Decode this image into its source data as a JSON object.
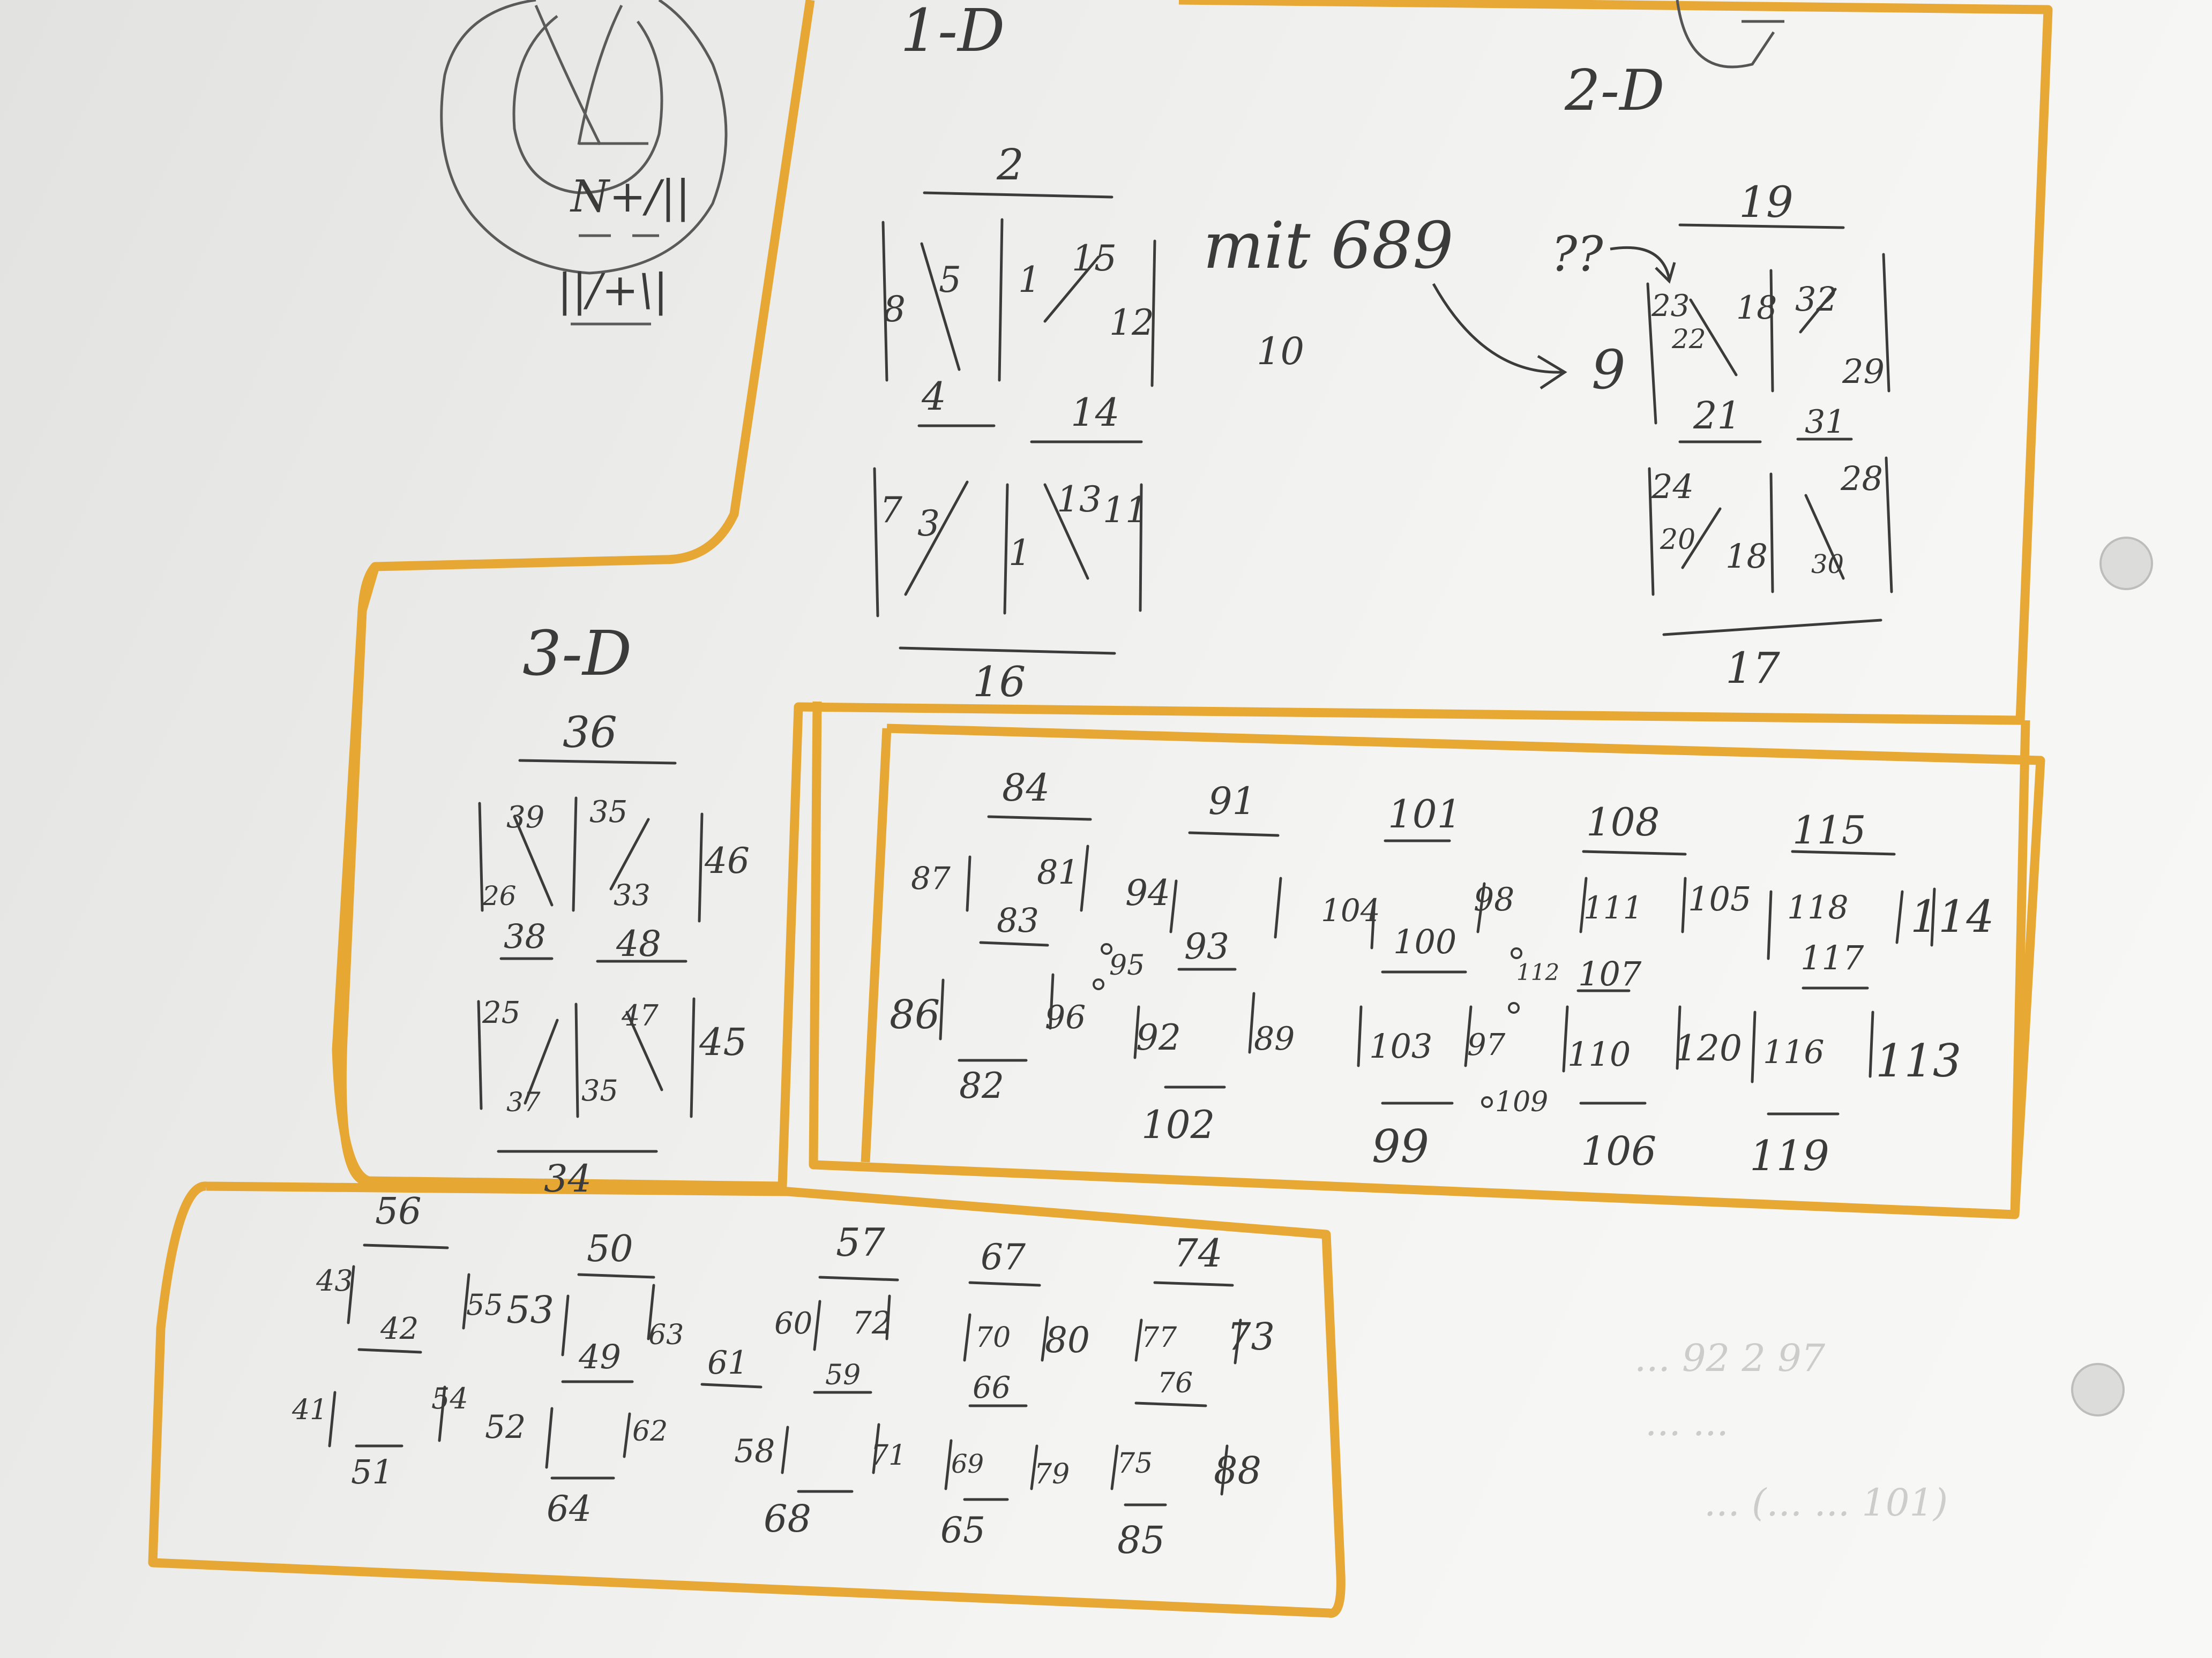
{
  "photo": {
    "paper_color": "#f2f2f0",
    "ink_color": "#3b3b3b",
    "highlighter_color": "#e6a020"
  },
  "top_left_sketch": {
    "row1": "N+/||",
    "row2": "||/+\\|"
  },
  "section_1d": {
    "title": "1-D",
    "note_text": "mit 689",
    "note_number": "10",
    "cube_a": {
      "labels": [
        "2",
        "8",
        "5",
        "1",
        "15",
        "12",
        "4",
        "14",
        "7",
        "3",
        "1",
        "13",
        "11",
        "16"
      ]
    }
  },
  "section_2d": {
    "title": "2-D",
    "question": "??",
    "arrow_target": "9",
    "cube_b": {
      "labels": [
        "19",
        "23",
        "22",
        "18",
        "32",
        "29",
        "21",
        "31",
        "24",
        "20",
        "18",
        "30",
        "28",
        "17"
      ]
    }
  },
  "section_3d": {
    "title": "3-D",
    "cube_c": {
      "labels": [
        "36",
        "39",
        "35",
        "46",
        "26",
        "33",
        "38",
        "48",
        "25",
        "47",
        "45",
        "37",
        "35",
        "34"
      ]
    }
  },
  "grid_upper": {
    "labels": [
      "84",
      "91",
      "101",
      "108",
      "115",
      "87",
      "81",
      "94",
      "104",
      "98",
      "111",
      "105",
      "118",
      "114",
      "83",
      "93",
      "100",
      "112",
      "107",
      "117",
      "95",
      "86",
      "96",
      "92",
      "89",
      "103",
      "97",
      "110",
      "120",
      "116",
      "113",
      "82",
      "102",
      "99",
      "109",
      "106",
      "119"
    ]
  },
  "grid_lower": {
    "labels": [
      "56",
      "50",
      "57",
      "67",
      "74",
      "43",
      "42",
      "55",
      "53",
      "63",
      "60",
      "72",
      "70",
      "80",
      "77",
      "73",
      "49",
      "61",
      "59",
      "66",
      "76",
      "41",
      "54",
      "52",
      "62",
      "58",
      "71",
      "69",
      "79",
      "75",
      "88",
      "51",
      "64",
      "68",
      "65",
      "85"
    ]
  },
  "faded_text": {
    "line1": "... 92 2 97",
    "line2": "... ...",
    "line3": "... (... ... 101)"
  }
}
